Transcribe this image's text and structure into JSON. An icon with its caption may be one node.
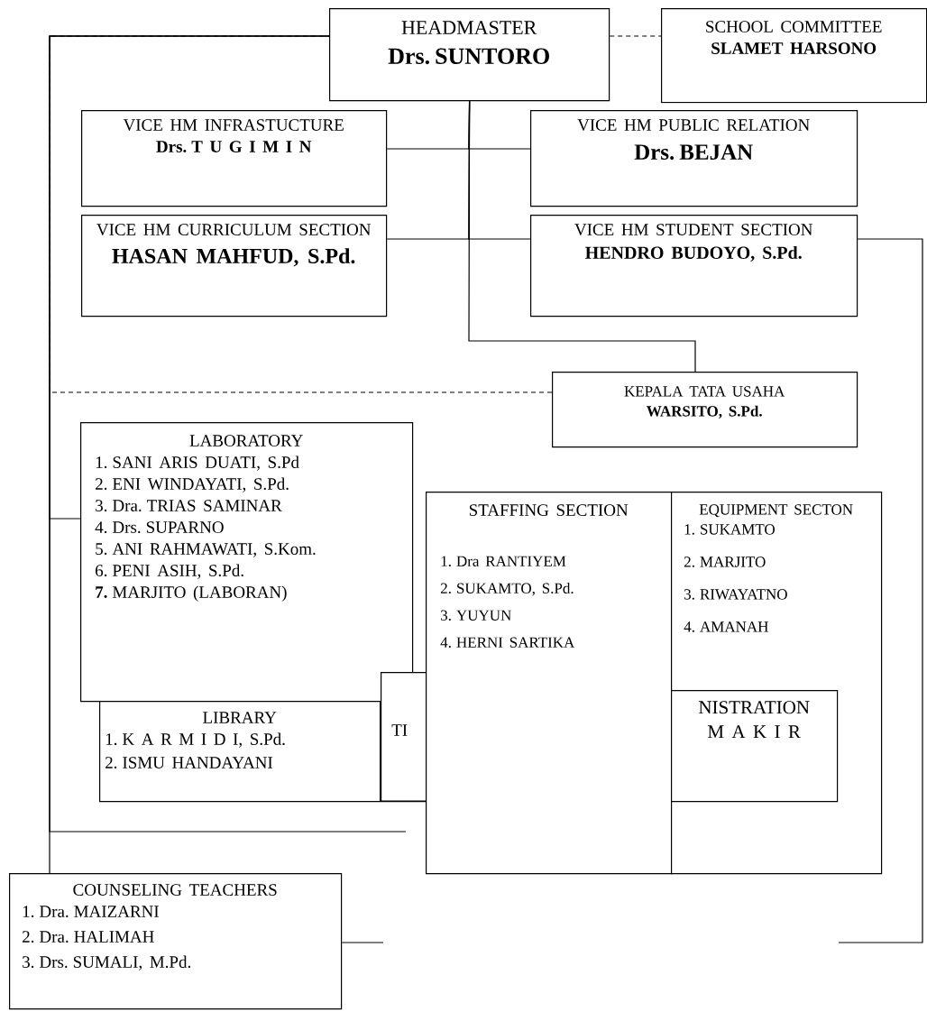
{
  "diagram": {
    "nodes": [
      {
        "text": [
          "HEADMASTER",
          "Drs. SUNTORO"
        ]
      },
      {
        "text": [
          "SCHOOL COMMITTEE",
          "SLAMET HARSONO"
        ]
      },
      {
        "text": [
          "VICE HM INFRASTUCTURE",
          "Drs. T U G I M I N"
        ]
      },
      {
        "text": [
          "VICE HM PUBLIC RELATION",
          "Drs. BEJAN"
        ]
      },
      {
        "text": [
          "VICE HM CURRICULUM SECTION",
          "HASAN MAHFUD, S.Pd."
        ]
      },
      {
        "text": [
          "VICE HM STUDENT SECTION",
          "HENDRO BUDOYO, S.Pd."
        ]
      },
      {
        "text": [
          "KEPALA TATA USAHA",
          "WARSITO, S.Pd."
        ]
      },
      {
        "text": [
          "LABORATORY",
          "1. SANI ARIS DUATI, S.Pd",
          "2. ENI WINDAYATI, S.Pd.",
          "3. Dra. TRIAS SAMINAR",
          "4. Drs. SUPARNO",
          "5. ANI RAHMAWATI, S.Kom.",
          "6. PENI ASIH, S.Pd.",
          "**7.** MARJITO (LABORAN)"
        ]
      },
      {
        "text": [
          "LIBRARY",
          "1. K A R M I D I, S.Pd.",
          "2. ISMU HANDAYANI"
        ]
      },
      {
        "text": [
          "TI"
        ]
      },
      {
        "text": [
          "STAFFING SECTION",
          "1. Dra RANTIYEM",
          "2. SUKAMTO, S.Pd.",
          "3. YUYUN",
          "4. HERNI SARTIKA"
        ]
      },
      {
        "text": [
          "EQUIPMENT SECTON",
          "1. SUKAMTO",
          "2. MARJITO",
          "3. RIWAYATNO",
          "4. AMANAH"
        ]
      },
      {
        "text": [
          "NISTRATION",
          "M A K I R"
        ],
        "in": 11
      },
      {
        "text": [
          "COUNSELING TEACHERS",
          "1. Dra. MAIZARNI",
          "2. Dra. HALIMAH",
          "3. Drs. SUMALI, M.Pd."
        ]
      }
    ],
    "edges": [
      {
        "from": 0,
        "to": 1,
        "arrow": "none",
        "style": "dashed"
      },
      {
        "from": 0,
        "to": 2,
        "arrow": "none"
      },
      {
        "from": 0,
        "to": 3,
        "arrow": "none"
      },
      {
        "from": 0,
        "to": 4,
        "arrow": "none"
      },
      {
        "from": 0,
        "to": 5,
        "arrow": "none"
      },
      {
        "from": 0,
        "to": 6,
        "arrow": "none"
      },
      {
        "from": 6,
        "to": 0,
        "arrow": "none",
        "style": "dashed"
      },
      {
        "from": 0,
        "to": 7,
        "arrow": "none"
      },
      {
        "from": 0,
        "to": 13,
        "arrow": "none"
      },
      {
        "from": 0,
        "to": null,
        "arrow": "none"
      },
      {
        "from": 8,
        "to": 10,
        "arrow": "none"
      },
      {
        "from": 5,
        "to": null,
        "arrow": "none"
      },
      {
        "from": 13,
        "to": null,
        "arrow": "none"
      }
    ]
  }
}
